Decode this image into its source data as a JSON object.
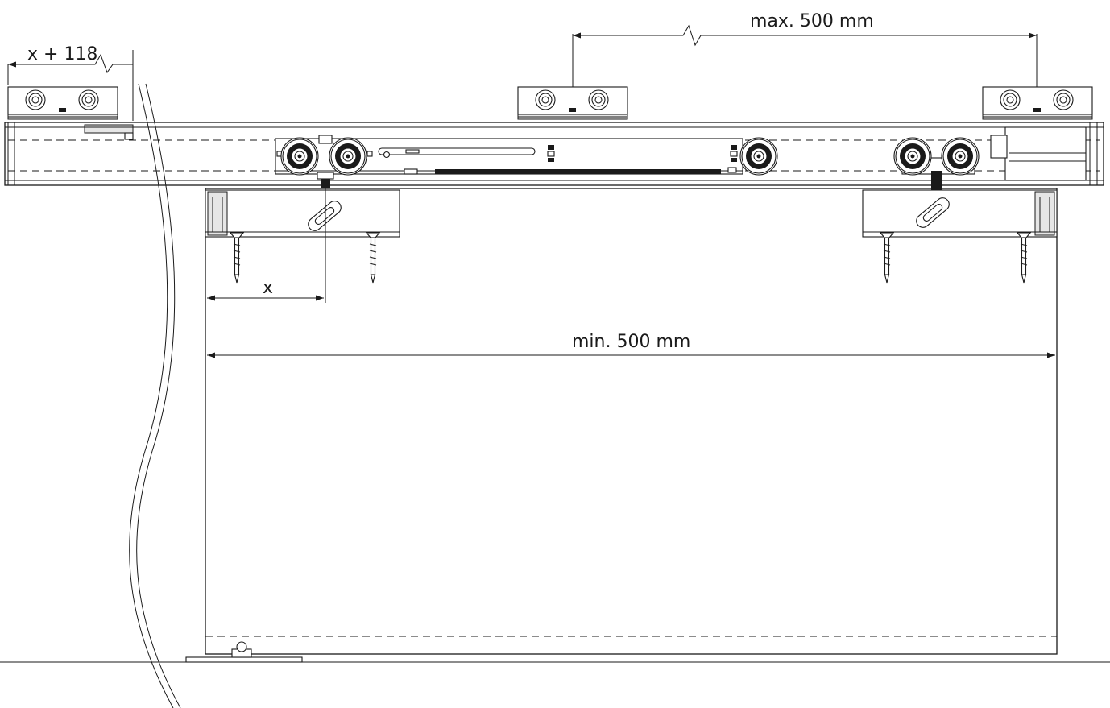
{
  "drawing": {
    "dimensions": {
      "offset_label": "x + 118",
      "x_label": "x",
      "max_label": "max. 500 mm",
      "min_label": "min. 500 mm"
    }
  }
}
